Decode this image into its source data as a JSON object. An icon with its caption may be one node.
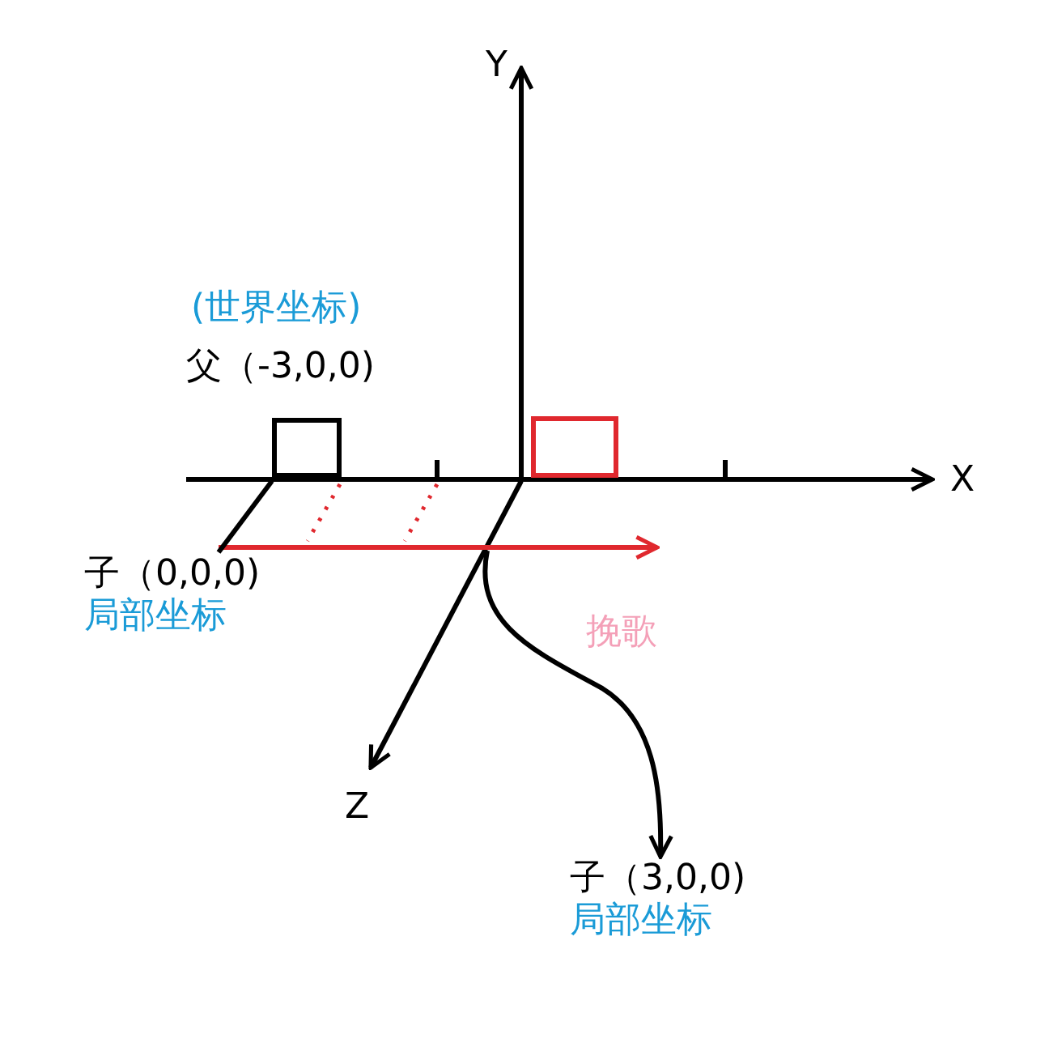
{
  "diagram": {
    "nodes": [
      {
        "text": [],
        "shape": "box",
        "beside": [
          "(世界坐标)",
          "父（-3,0,0)"
        ]
      },
      {
        "text": [],
        "shape": "box"
      },
      {
        "text": [
          "子（0,0,0)",
          "局部坐标"
        ]
      },
      {
        "text": [
          "子（3,0,0)",
          "局部坐标"
        ]
      }
    ],
    "edges": [
      {
        "from": 2,
        "to": 0,
        "arrow": "none"
      },
      {
        "from": null,
        "to": 3,
        "arrow": "to"
      }
    ],
    "labels": [
      "Y",
      "X",
      "Z",
      "挽歌"
    ]
  }
}
